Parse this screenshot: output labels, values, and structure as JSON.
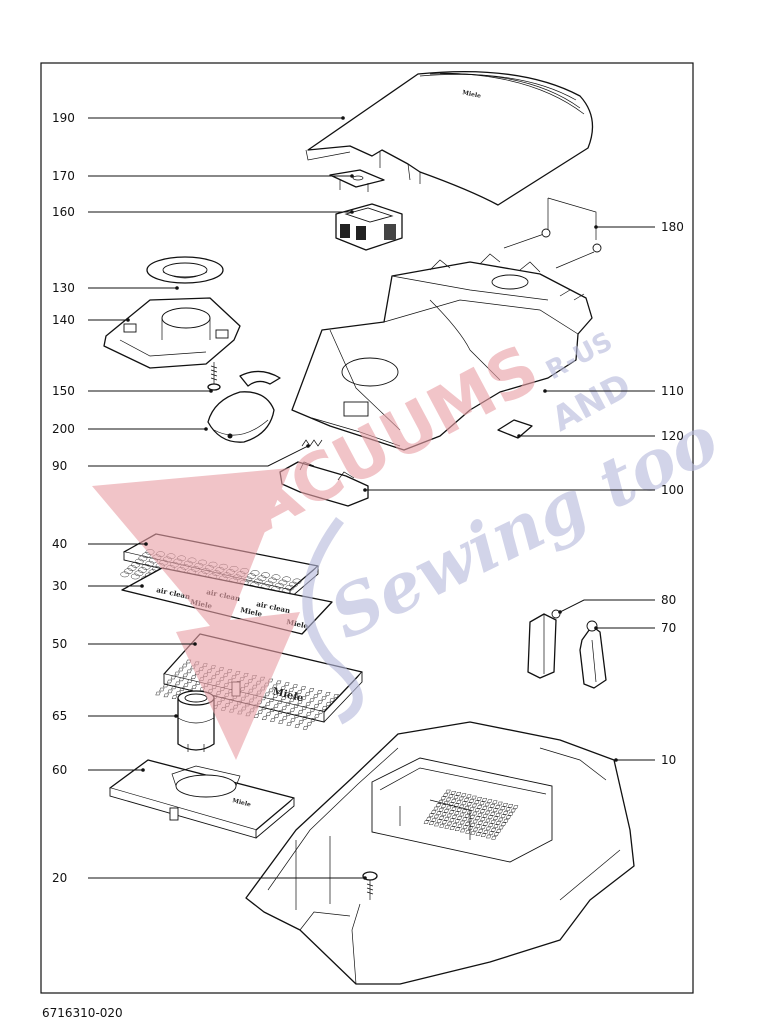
{
  "document": {
    "code": "6716310-020"
  },
  "callouts": [
    {
      "id": "190",
      "label": "190",
      "side": "left"
    },
    {
      "id": "170",
      "label": "170",
      "side": "left"
    },
    {
      "id": "160",
      "label": "160",
      "side": "left"
    },
    {
      "id": "130",
      "label": "130",
      "side": "left"
    },
    {
      "id": "140",
      "label": "140",
      "side": "left"
    },
    {
      "id": "150",
      "label": "150",
      "side": "left"
    },
    {
      "id": "200",
      "label": "200",
      "side": "left"
    },
    {
      "id": "90",
      "label": "90",
      "side": "left"
    },
    {
      "id": "40",
      "label": "40",
      "side": "left"
    },
    {
      "id": "30",
      "label": "30",
      "side": "left"
    },
    {
      "id": "50",
      "label": "50",
      "side": "left"
    },
    {
      "id": "65",
      "label": "65",
      "side": "left"
    },
    {
      "id": "60",
      "label": "60",
      "side": "left"
    },
    {
      "id": "20",
      "label": "20",
      "side": "left"
    },
    {
      "id": "180",
      "label": "180",
      "side": "right"
    },
    {
      "id": "110",
      "label": "110",
      "side": "right"
    },
    {
      "id": "120",
      "label": "120",
      "side": "right"
    },
    {
      "id": "100",
      "label": "100",
      "side": "right"
    },
    {
      "id": "80",
      "label": "80",
      "side": "right"
    },
    {
      "id": "70",
      "label": "70",
      "side": "right"
    },
    {
      "id": "10",
      "label": "10",
      "side": "right"
    }
  ],
  "part_markings": {
    "brand": "Miele",
    "filter_text": "air clean"
  },
  "watermark": {
    "main": "VACUUMS",
    "r_us": "R-US",
    "and": "AND",
    "sewing": "Sewing too",
    "colors": {
      "red": "#e8a0a6",
      "blue": "#b7badb"
    }
  }
}
